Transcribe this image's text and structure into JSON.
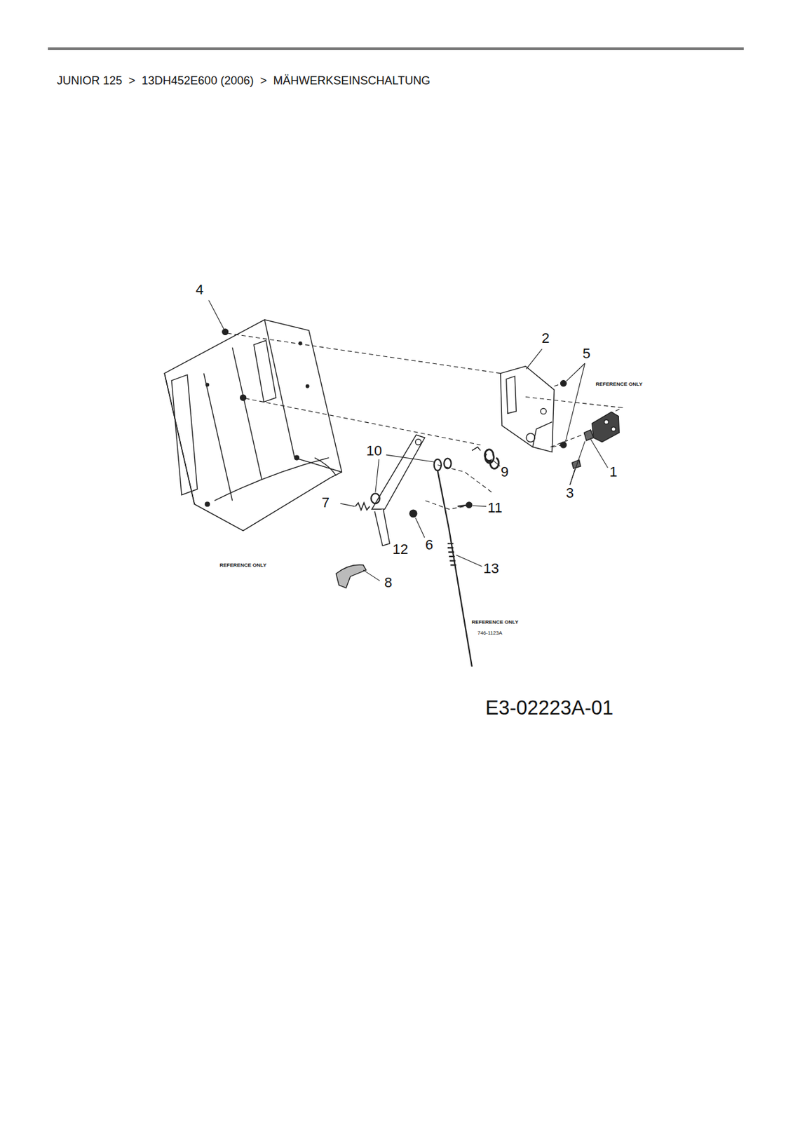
{
  "diagram": {
    "title": "JUNIOR 125  >  13DH452E600 (2006)  >  MÄHWERKSEINSCHALTUNG",
    "labels": [
      "4",
      "2",
      "5",
      "REFERENCE ONLY",
      "10",
      "9",
      "1",
      "3",
      "7",
      "11",
      "12",
      "6",
      "13",
      "8",
      "REFERENCE ONLY",
      "REFERENCE ONLY",
      "746-1123A",
      "E3-02223A-01"
    ]
  }
}
